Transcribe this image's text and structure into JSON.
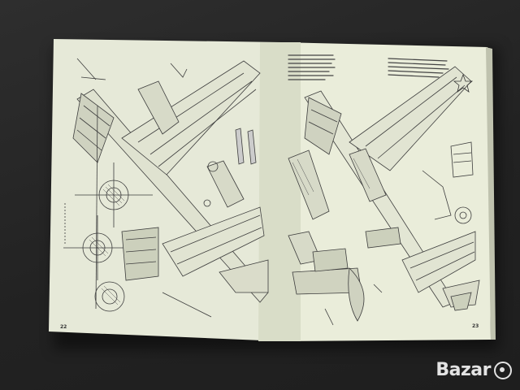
{
  "photo": {
    "left_page_number": "22",
    "right_page_number": "23",
    "watermark": "Bazar",
    "watermark_icon": "bazar-logo-icon",
    "colors": {
      "background": "#262626",
      "paper": "#e8ebd9",
      "ink": "#3a3a3a"
    }
  }
}
